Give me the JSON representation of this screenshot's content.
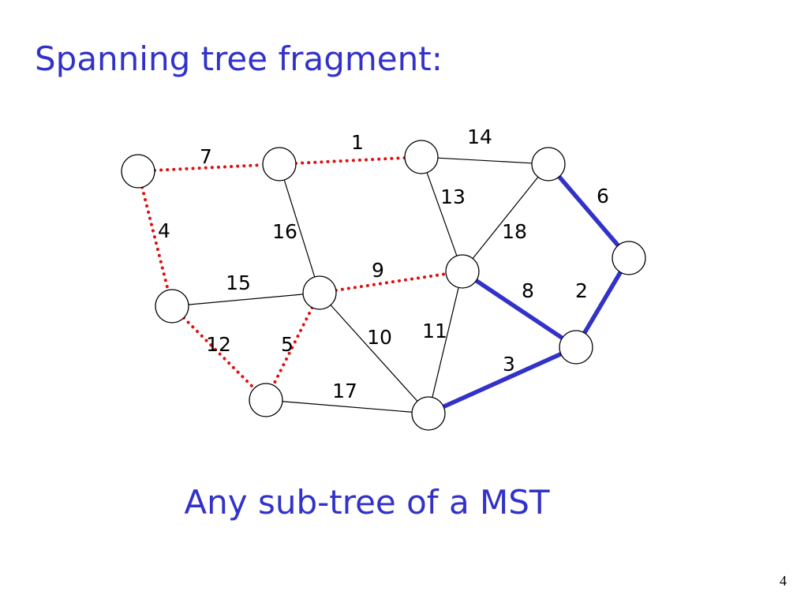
{
  "slide": {
    "title": "Spanning tree fragment:",
    "caption": "Any sub-tree of a MST",
    "page_number": "4"
  },
  "colors": {
    "text": "#3232c8",
    "fragment_edge": "#e01010",
    "mst_edge": "#3232c8",
    "edge": "#000000",
    "node_stroke": "#000000",
    "node_fill": "#ffffff"
  },
  "graph": {
    "nodes": [
      "a",
      "b",
      "c",
      "d",
      "e",
      "f",
      "g",
      "h",
      "i",
      "j",
      "k",
      "l"
    ],
    "edges": [
      {
        "id": "a-b",
        "weight": "7",
        "style": "fragment"
      },
      {
        "id": "b-c",
        "weight": "1",
        "style": "fragment"
      },
      {
        "id": "c-d",
        "weight": "14",
        "style": "normal"
      },
      {
        "id": "d-e",
        "weight": "6",
        "style": "mst"
      },
      {
        "id": "c-g",
        "weight": "13",
        "style": "normal"
      },
      {
        "id": "d-g",
        "weight": "18",
        "style": "normal"
      },
      {
        "id": "a-h",
        "weight": "4",
        "style": "fragment"
      },
      {
        "id": "b-f",
        "weight": "16",
        "style": "normal"
      },
      {
        "id": "f-g",
        "weight": "9",
        "style": "fragment"
      },
      {
        "id": "h-f",
        "weight": "15",
        "style": "normal"
      },
      {
        "id": "g-i",
        "weight": "8",
        "style": "mst"
      },
      {
        "id": "e-i",
        "weight": "2",
        "style": "mst"
      },
      {
        "id": "h-j",
        "weight": "12",
        "style": "fragment"
      },
      {
        "id": "f-j",
        "weight": "5",
        "style": "fragment"
      },
      {
        "id": "f-k",
        "weight": "10",
        "style": "normal"
      },
      {
        "id": "g-k",
        "weight": "11",
        "style": "normal"
      },
      {
        "id": "k-i",
        "weight": "3",
        "style": "mst"
      },
      {
        "id": "j-k",
        "weight": "17",
        "style": "normal"
      }
    ]
  }
}
